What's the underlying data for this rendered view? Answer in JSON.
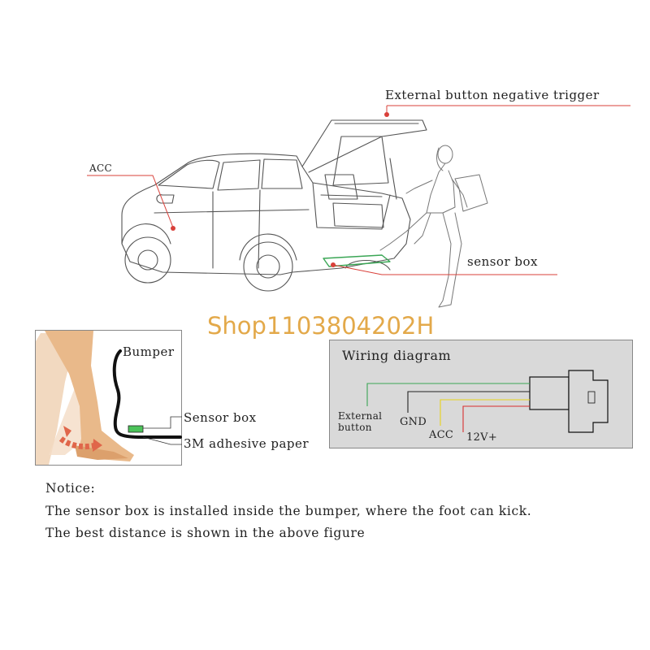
{
  "car_section": {
    "label_trigger": "External button negative trigger",
    "label_acc": "ACC",
    "label_sensor": "sensor box"
  },
  "watermark": "Shop1103804202H",
  "bumper_panel": {
    "label_bumper": "Bumper",
    "label_sensor": "Sensor box",
    "label_adhesive": "3M adhesive paper"
  },
  "wiring_panel": {
    "title": "Wiring diagram",
    "label_external_line1": "External",
    "label_external_line2": "button",
    "label_gnd": "GND",
    "label_acc": "ACC",
    "label_12v": "12V+",
    "wire_colors": {
      "external": "#3aa655",
      "gnd": "#222222",
      "acc": "#e8d21a",
      "v12": "#d93030"
    }
  },
  "notice": {
    "heading": "Notice:",
    "line1": "The sensor box is installed inside the bumper, where the foot can kick.",
    "line2": "The best distance is shown in the above figure"
  },
  "colors": {
    "pointer_red": "#d9403a",
    "panel_bg": "#d9d9d9",
    "skin": "#e9b98a"
  }
}
